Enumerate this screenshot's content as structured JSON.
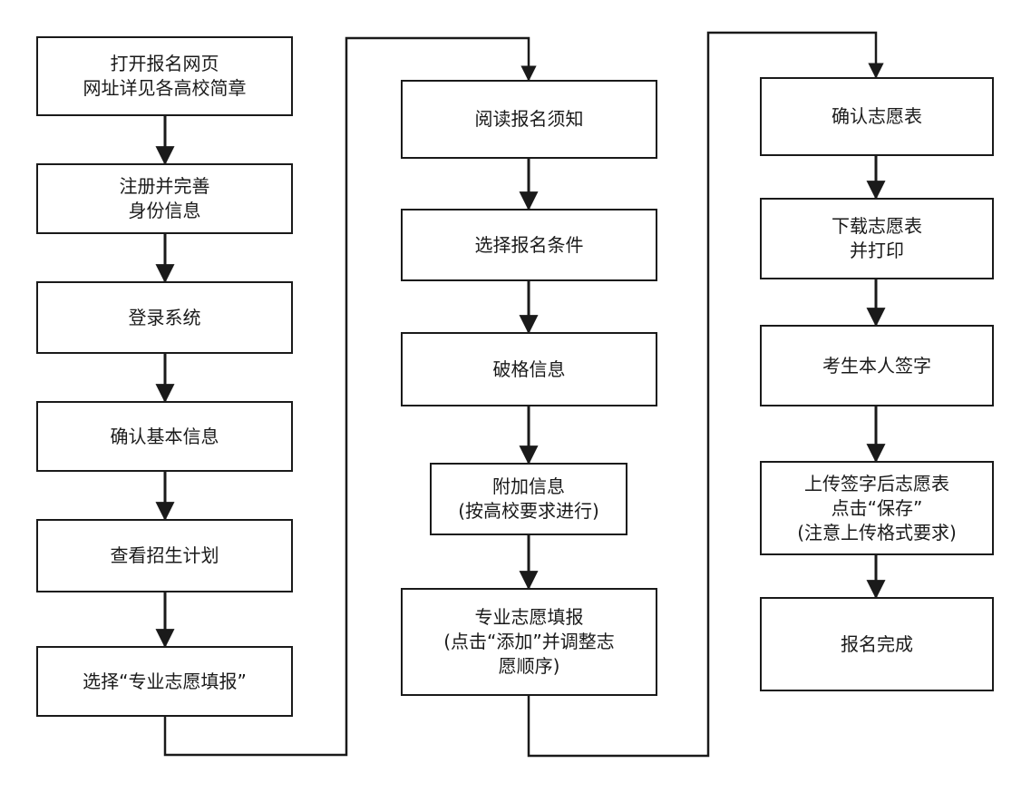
{
  "steps": {
    "s1": [
      "打开报名网页",
      "网址详见各高校简章"
    ],
    "s2": [
      "注册并完善",
      "身份信息"
    ],
    "s3": [
      "登录系统"
    ],
    "s4": [
      "确认基本信息"
    ],
    "s5": [
      "查看招生计划"
    ],
    "s6": [
      "选择“专业志愿填报”"
    ],
    "s7": [
      "阅读报名须知"
    ],
    "s8": [
      "选择报名条件"
    ],
    "s9": [
      "破格信息"
    ],
    "s10": [
      "附加信息",
      "(按高校要求进行)"
    ],
    "s11": [
      "专业志愿填报",
      "(点击“添加”并调整志",
      "愿顺序)"
    ],
    "s12": [
      "确认志愿表"
    ],
    "s13": [
      "下载志愿表",
      "并打印"
    ],
    "s14": [
      "考生本人签字"
    ],
    "s15": [
      "上传签字后志愿表",
      "点击“保存”",
      "(注意上传格式要求)"
    ],
    "s16": [
      "报名完成"
    ]
  },
  "colors": {
    "line": "#1a1a1a",
    "box_border": "#1a1a1a",
    "box_fill": "#ffffff",
    "text": "#1a1a1a"
  }
}
